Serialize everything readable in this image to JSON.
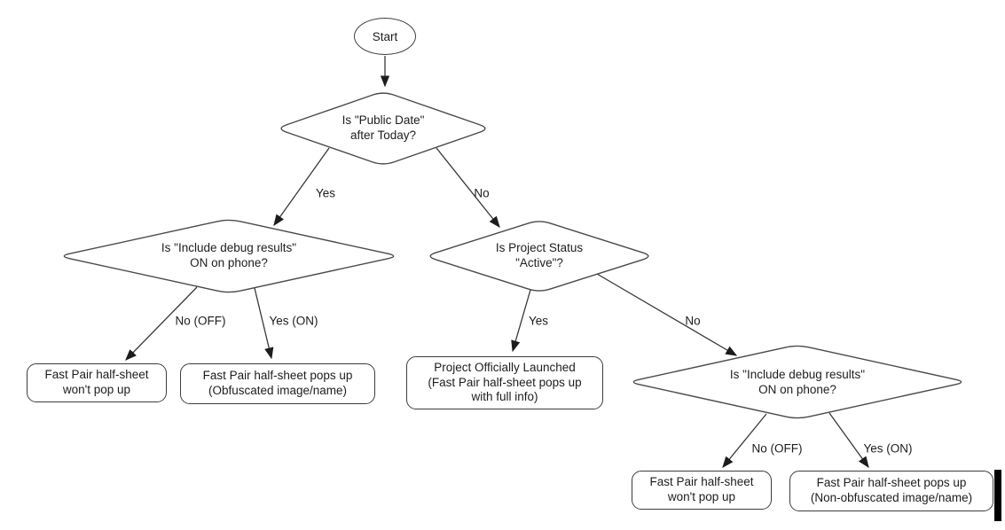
{
  "style": {
    "shape_stroke_color": "#4a4a4a",
    "line_color": "#383838",
    "text_color": "#1d1d1d",
    "fill_color": "#ffffff"
  },
  "nodes": {
    "start": {
      "label": "Start"
    },
    "decision_public_date": {
      "label": "Is \"Public Date\"\nafter Today?"
    },
    "decision_debug_left": {
      "label": "Is \"Include debug results\"\nON on phone?"
    },
    "decision_project_status": {
      "label": "Is Project Status\n\"Active\"?"
    },
    "decision_debug_right": {
      "label": "Is \"Include debug results\"\nON on phone?"
    },
    "terminal_no_popup_left": {
      "label": "Fast Pair half-sheet\nwon't pop up"
    },
    "terminal_obfuscated": {
      "label": "Fast Pair half-sheet pops up\n(Obfuscated image/name)"
    },
    "terminal_launched": {
      "label": "Project Officially Launched\n(Fast Pair half-sheet pops up\nwith full info)"
    },
    "terminal_no_popup_right": {
      "label": "Fast Pair half-sheet\nwon't pop up"
    },
    "terminal_non_obfuscated": {
      "label": "Fast Pair half-sheet pops up\n(Non-obfuscated image/name)"
    }
  },
  "edge_labels": {
    "public_date_yes": "Yes",
    "public_date_no": "No",
    "debug_left_no": "No (OFF)",
    "debug_left_yes": "Yes (ON)",
    "project_status_yes": "Yes",
    "project_status_no": "No",
    "debug_right_no": "No (OFF)",
    "debug_right_yes": "Yes (ON)"
  },
  "artifacts": {
    "cursor_bar": "text-cursor-bar"
  }
}
